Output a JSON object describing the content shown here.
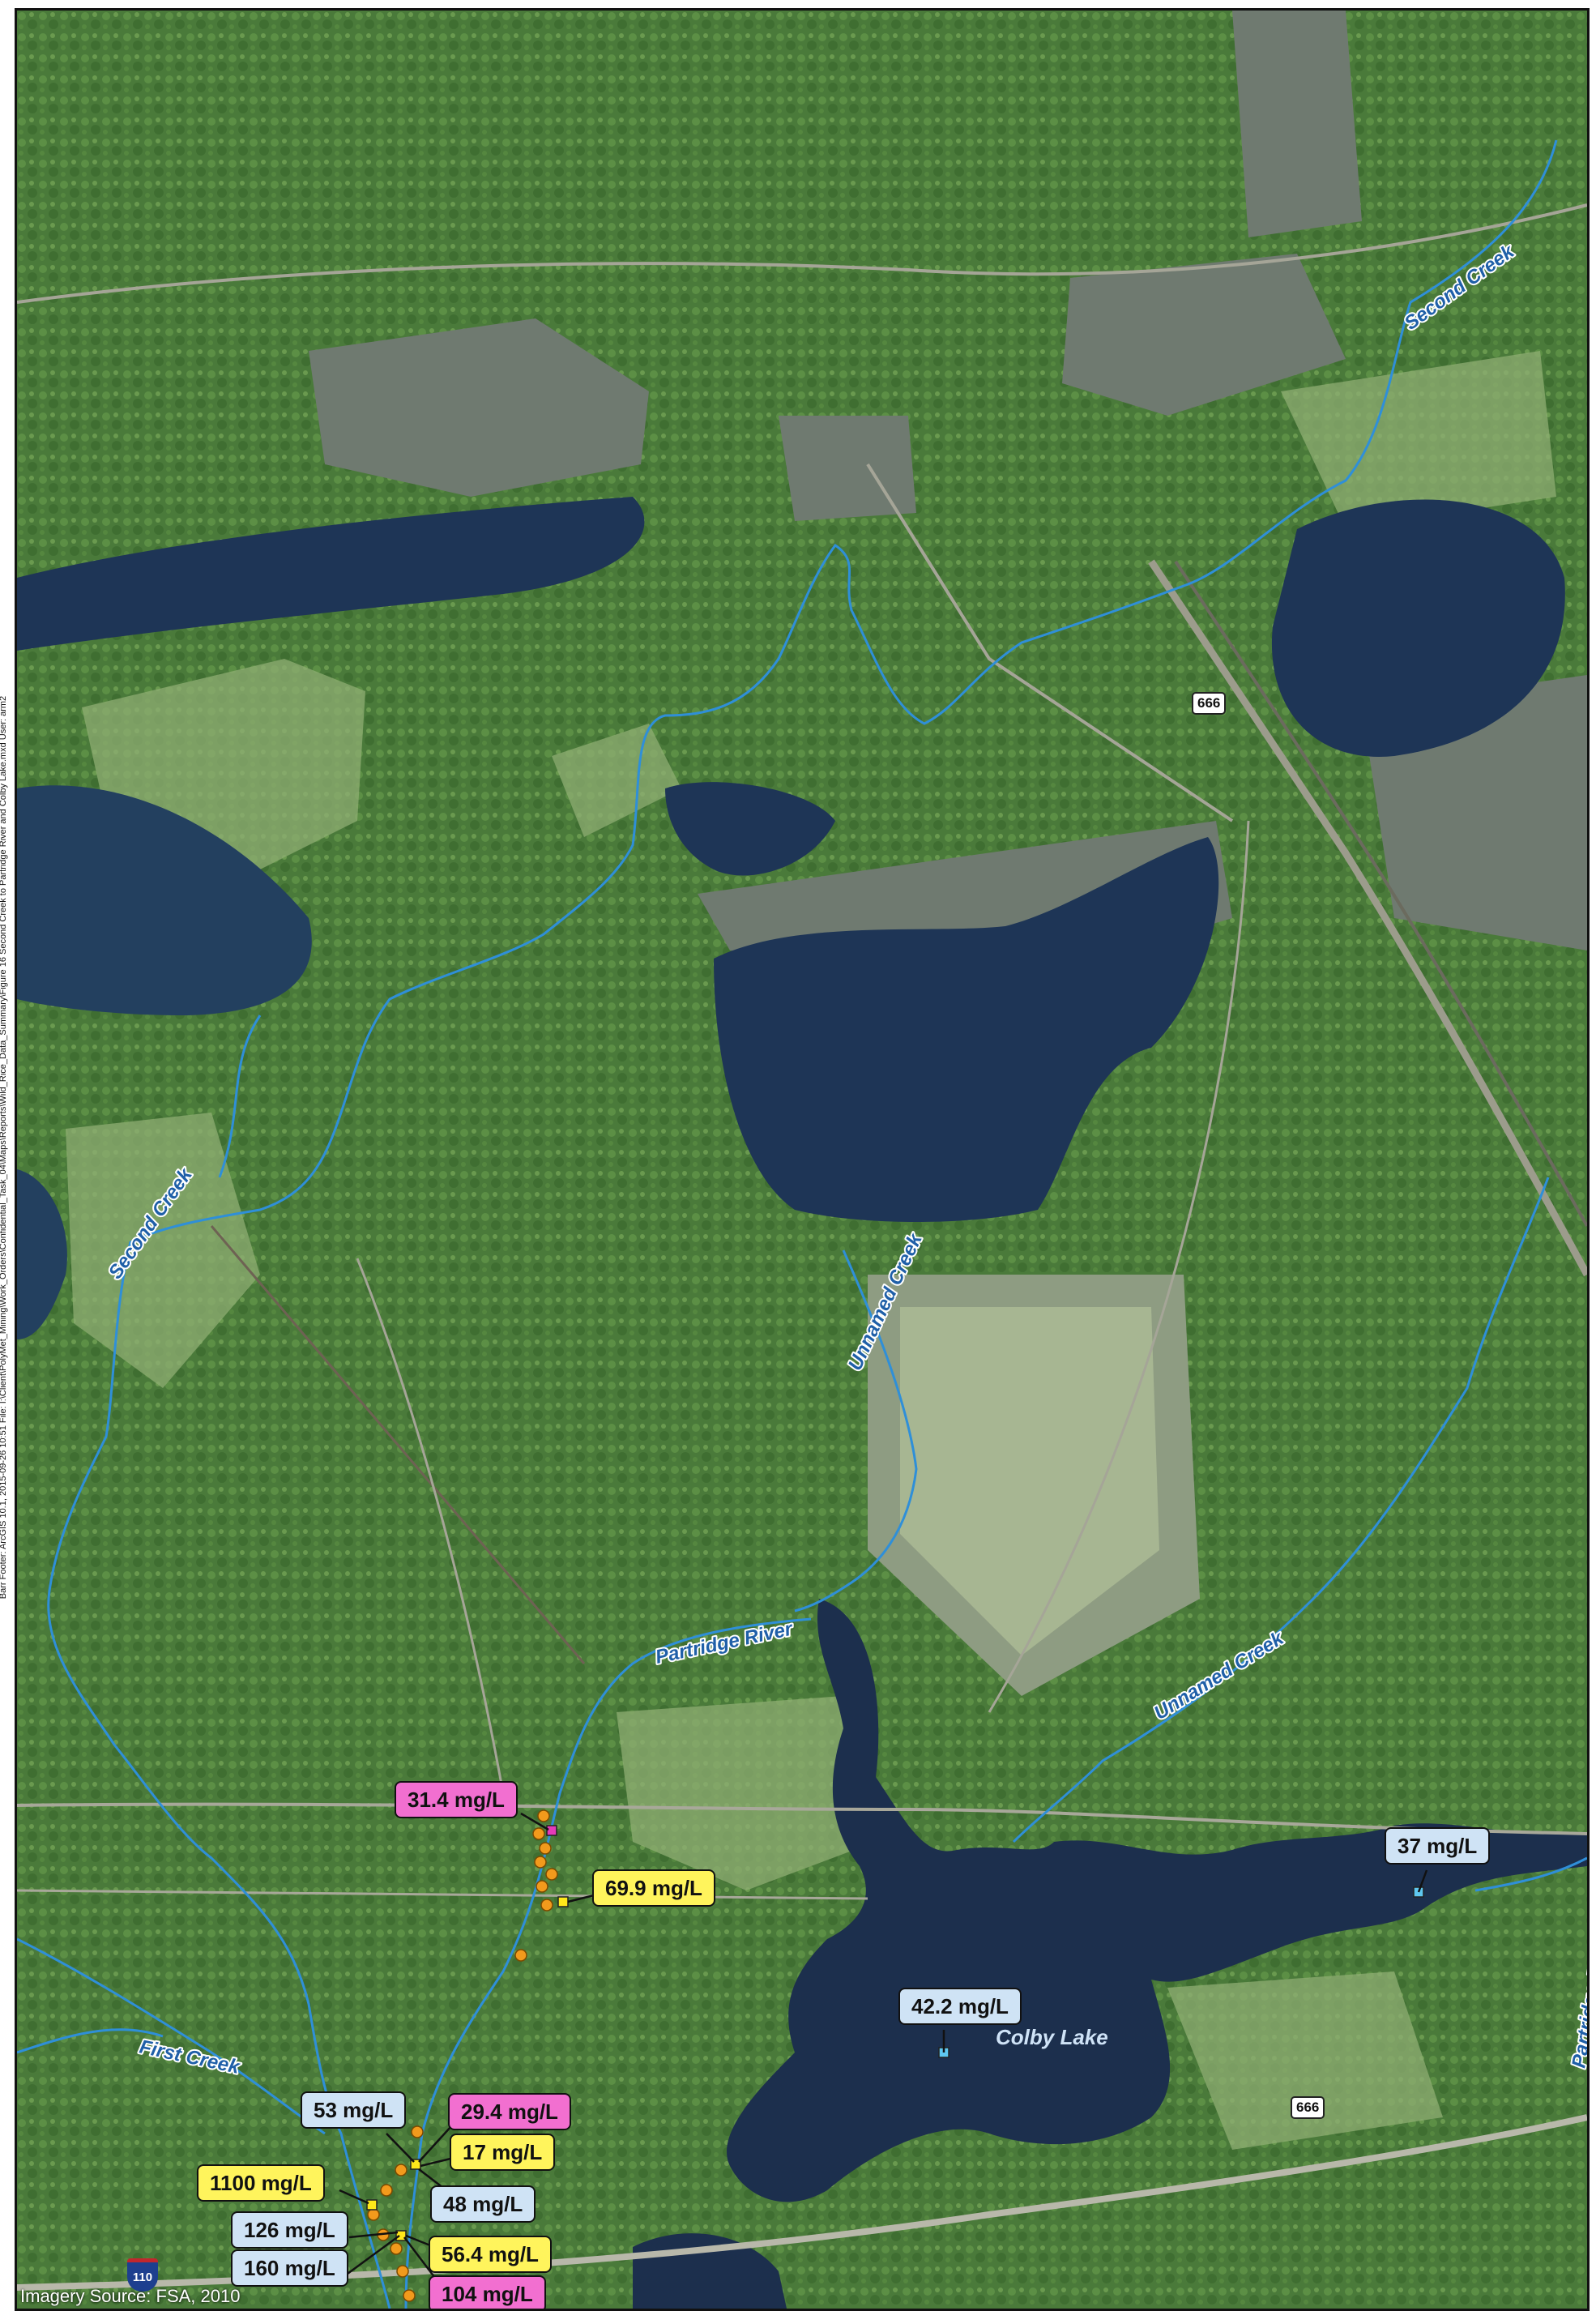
{
  "imagery_source": "Imagery Source: FSA, 2010",
  "file_path": "Barr Footer: ArcGIS 10.1, 2015-09-26 10:51 File: I:\\Client\\PolyMet_Mining\\Work_Orders\\Confidential_Task_04\\Maps\\Reports\\Wild_Rice_Data_Summary\\Figure 16 Second Creek to Partridge River and Colby Lake.mxd User: arm2",
  "water_labels": {
    "second_creek_upper": "Second Creek",
    "second_creek_lower": "Second Creek",
    "unnamed_creek_center": "Unnamed Creek",
    "unnamed_creek_right": "Unnamed Creek",
    "partridge_river": "Partridge River",
    "partridge_river_right": "Partridge River",
    "first_creek": "First Creek",
    "colby_lake": "Colby Lake"
  },
  "roads": {
    "county_666_a": "666",
    "county_666_b": "666",
    "interstate_110": "110"
  },
  "sample_labels": [
    {
      "id": "s1",
      "text": "31.4 mg/L",
      "color": "pink"
    },
    {
      "id": "s2",
      "text": "69.9 mg/L",
      "color": "yellow"
    },
    {
      "id": "s3",
      "text": "42.2 mg/L",
      "color": "blue"
    },
    {
      "id": "s4",
      "text": "37 mg/L",
      "color": "blue"
    },
    {
      "id": "s5",
      "text": "53 mg/L",
      "color": "blue"
    },
    {
      "id": "s6",
      "text": "29.4 mg/L",
      "color": "pink"
    },
    {
      "id": "s7",
      "text": "17 mg/L",
      "color": "yellow"
    },
    {
      "id": "s8",
      "text": "1100 mg/L",
      "color": "yellow"
    },
    {
      "id": "s9",
      "text": "48 mg/L",
      "color": "blue"
    },
    {
      "id": "s10",
      "text": "126 mg/L",
      "color": "blue"
    },
    {
      "id": "s11",
      "text": "56.4 mg/L",
      "color": "yellow"
    },
    {
      "id": "s12",
      "text": "160 mg/L",
      "color": "blue"
    },
    {
      "id": "s13",
      "text": "104 mg/L",
      "color": "pink"
    }
  ],
  "colors": {
    "yellow": "#fff45c",
    "blue": "#cfe3f5",
    "pink": "#f26fd0",
    "stream": "#2f8fd8",
    "water": "#1e3556",
    "dot": "#f29a1c"
  }
}
